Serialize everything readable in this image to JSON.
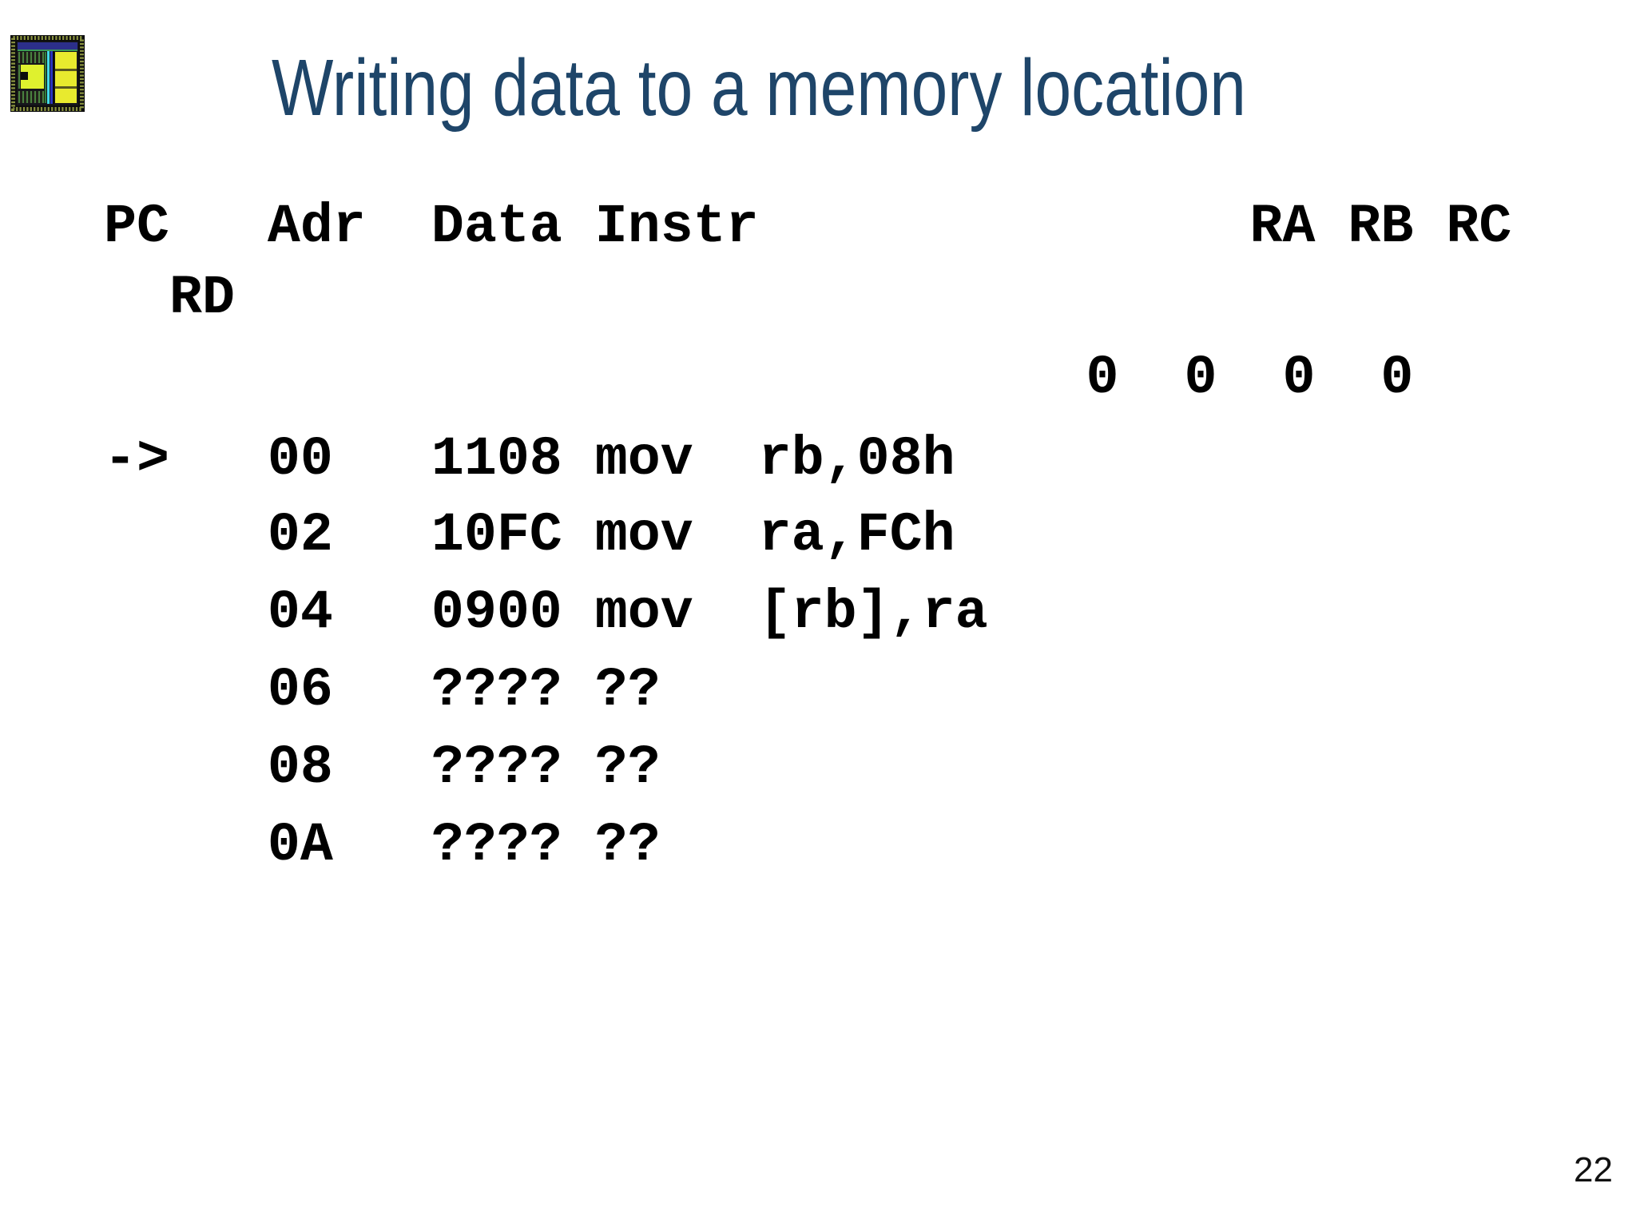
{
  "slide": {
    "title": "Writing data to a memory location",
    "page_number": "22",
    "colors": {
      "title_accent": "#1e4569",
      "body_text": "#000000",
      "background": "#ffffff"
    },
    "icon": {
      "name": "chip-die-icon",
      "description": "microchip die photo"
    },
    "listing": {
      "columns": [
        "PC",
        "Adr",
        "Data",
        "Instr",
        "RA",
        "RB",
        "RC",
        "RD"
      ],
      "header_line_1": "PC   Adr  Data Instr               RA RB RC",
      "header_line_2": "  RD",
      "register_values": [
        "0",
        "0",
        "0",
        "0"
      ],
      "register_values_line": "                              0  0  0  0",
      "pc_marker": "->",
      "rows": [
        {
          "text": "->   00   1108 mov  rb,08h",
          "marker": "->",
          "adr": "00",
          "data": "1108",
          "instr": "mov rb,08h"
        },
        {
          "text": "     02   10FC mov  ra,FCh",
          "marker": "",
          "adr": "02",
          "data": "10FC",
          "instr": "mov ra,FCh"
        },
        {
          "text": "     04   0900 mov  [rb],ra",
          "marker": "",
          "adr": "04",
          "data": "0900",
          "instr": "mov [rb],ra"
        },
        {
          "text": "     06   ???? ??",
          "marker": "",
          "adr": "06",
          "data": "????",
          "instr": "??"
        },
        {
          "text": "     08   ???? ??",
          "marker": "",
          "adr": "08",
          "data": "????",
          "instr": "??"
        },
        {
          "text": "     0A   ???? ??",
          "marker": "",
          "adr": "0A",
          "data": "????",
          "instr": "??"
        }
      ]
    }
  }
}
